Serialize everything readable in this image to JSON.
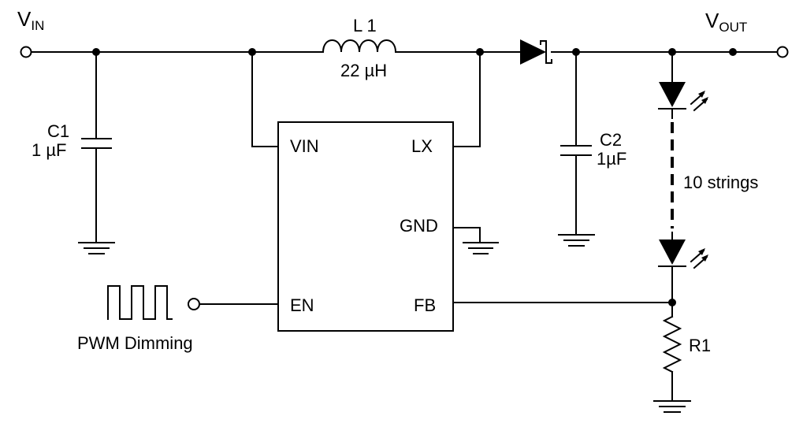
{
  "labels": {
    "vin_main": "V",
    "vin_sub": "IN",
    "vout_main": "V",
    "vout_sub": "OUT",
    "l1_name": "L 1",
    "l1_value": "22 µH",
    "c1_name": "C1",
    "c1_value": "1 µF",
    "c2_name": "C2",
    "c2_value": "1µF",
    "r1_name": "R1",
    "strings": "10 strings",
    "pwm": "PWM Dimming"
  },
  "ic_pins": {
    "vin": "VIN",
    "lx": "LX",
    "gnd": "GND",
    "en": "EN",
    "fb": "FB"
  },
  "colors": {
    "line": "#000000",
    "background": "#ffffff"
  },
  "icons": [
    "capacitor",
    "inductor",
    "schottky-diode",
    "led",
    "resistor",
    "ground",
    "pwm-waveform",
    "terminal"
  ]
}
